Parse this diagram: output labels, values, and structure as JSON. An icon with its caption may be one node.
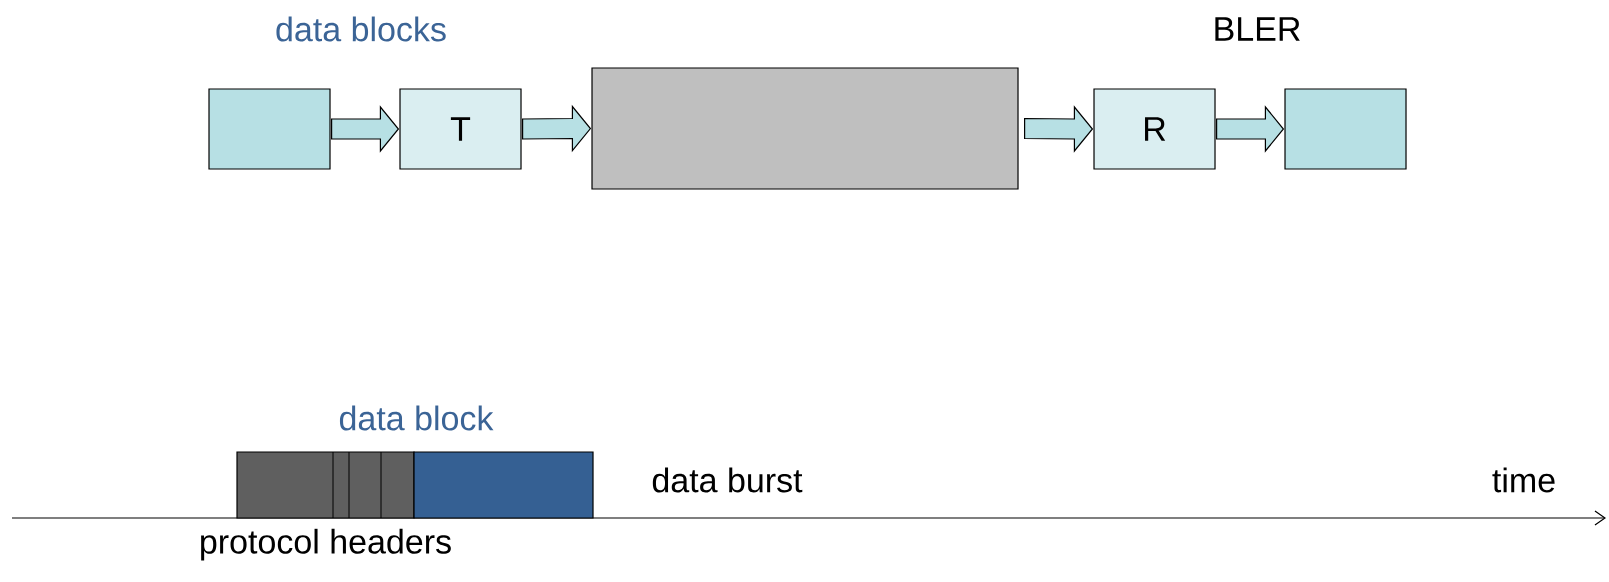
{
  "diagram": {
    "nodes": [
      {
        "text": [],
        "shape": "box"
      },
      {
        "text": [
          "T"
        ]
      },
      {
        "text": [],
        "shape": "box"
      },
      {
        "text": [
          "R"
        ]
      },
      {
        "text": [],
        "shape": "box"
      },
      {
        "text": [
          "protocol headers"
        ]
      },
      {
        "text": [],
        "shape": "box"
      }
    ],
    "edges": [
      {
        "from": 0,
        "to": 1,
        "arrow": "to"
      },
      {
        "from": 1,
        "to": 2,
        "arrow": "to"
      },
      {
        "from": 2,
        "to": 3,
        "arrow": "to"
      },
      {
        "from": 3,
        "to": 4,
        "arrow": "to"
      }
    ],
    "labels": [
      "data blocks",
      "BLER",
      "data block",
      "data burst",
      "time"
    ]
  }
}
